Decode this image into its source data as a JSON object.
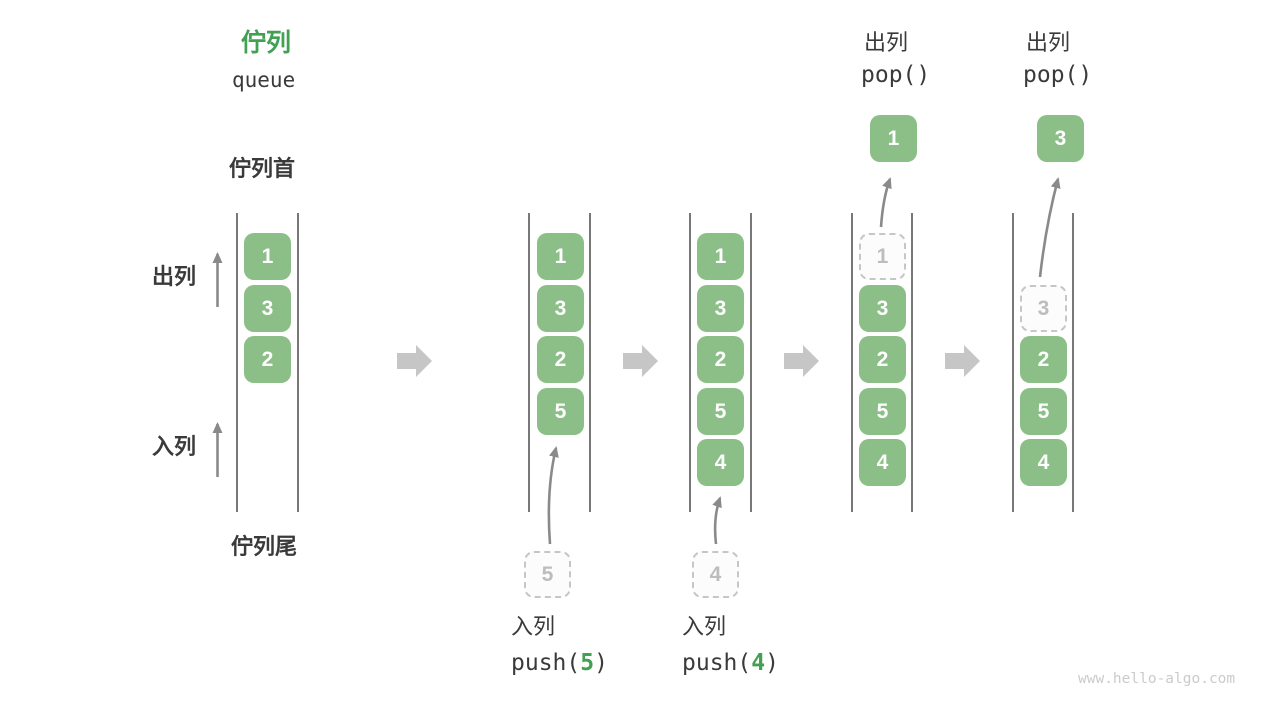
{
  "title": {
    "zh": "佇列",
    "en": "queue"
  },
  "side_labels": {
    "front": "佇列首",
    "rear": "佇列尾",
    "dequeue": "出列",
    "enqueue": "入列"
  },
  "colors": {
    "accent_green": "#41a052",
    "box_green": "#8cbe88",
    "block_arrow_gray": "#c6c6c6",
    "thin_arrow_gray": "#8a8a8a",
    "wall_gray": "#565656",
    "ghost_border": "#c6c6c6",
    "ghost_text": "#bdbdbd",
    "text_dark": "#3a3a3a",
    "watermark_gray": "#cbcbcb"
  },
  "states": [
    {
      "slots": [
        {
          "value": "1"
        },
        {
          "value": "3"
        },
        {
          "value": "2"
        }
      ]
    },
    {
      "slots": [
        {
          "value": "1"
        },
        {
          "value": "3"
        },
        {
          "value": "2"
        },
        {
          "value": "5"
        }
      ],
      "incoming": "5",
      "op_label": "入列",
      "op_code_pre": "push(",
      "op_arg": "5",
      "op_code_post": ")"
    },
    {
      "slots": [
        {
          "value": "1"
        },
        {
          "value": "3"
        },
        {
          "value": "2"
        },
        {
          "value": "5"
        },
        {
          "value": "4"
        }
      ],
      "incoming": "4",
      "op_label": "入列",
      "op_code_pre": "push(",
      "op_arg": "4",
      "op_code_post": ")"
    },
    {
      "slots": [
        {
          "value": "1",
          "ghost": true
        },
        {
          "value": "3"
        },
        {
          "value": "2"
        },
        {
          "value": "5"
        },
        {
          "value": "4"
        }
      ],
      "popped": "1",
      "op_label": "出列",
      "op_code": "pop()"
    },
    {
      "slots": [
        {
          "value": "3",
          "ghost": true
        },
        {
          "value": "2"
        },
        {
          "value": "5"
        },
        {
          "value": "4"
        }
      ],
      "popped": "3",
      "op_label": "出列",
      "op_code": "pop()"
    }
  ],
  "watermark": "www.hello-algo.com"
}
